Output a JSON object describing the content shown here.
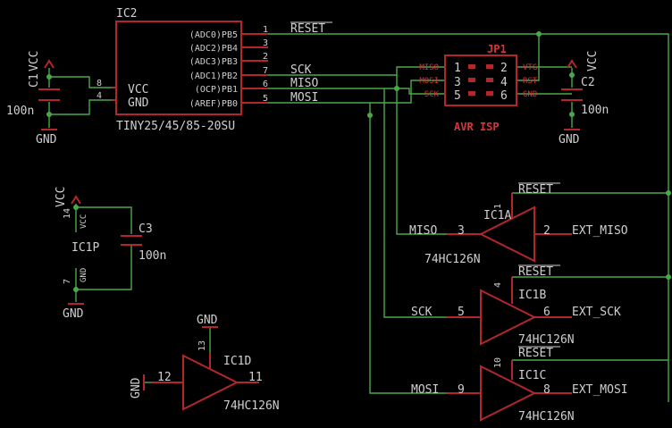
{
  "ic2": {
    "name": "IC2",
    "value": "TINY25/45/85-20SU",
    "pins": [
      "(ADC0)PB5",
      "(ADC2)PB4",
      "(ADC3)PB3",
      "(ADC1)PB2",
      "(OCP)PB1",
      "(AREF)PB0"
    ],
    "pin_numbers": [
      "1",
      "3",
      "2",
      "7",
      "6",
      "5"
    ],
    "vcc_label": "VCC",
    "gnd_label": "GND",
    "vcc_pin": "8",
    "gnd_pin": "4"
  },
  "nets": {
    "reset": "RESET",
    "sck": "SCK",
    "miso": "MISO",
    "mosi": "MOSI"
  },
  "c1": {
    "name": "C1",
    "value": "100n",
    "supply": "VCC",
    "ground": "GND"
  },
  "c2": {
    "name": "C2",
    "value": "100n",
    "supply": "VCC",
    "ground": "GND"
  },
  "c3": {
    "name": "C3",
    "value": "100n"
  },
  "jp1": {
    "name": "JP1",
    "value": "AVR ISP",
    "left_labels": [
      "MISO",
      "MOSI",
      "SCK"
    ],
    "right_labels": [
      "VTG",
      "RST",
      "GND"
    ],
    "left_pins": [
      "1",
      "3",
      "5"
    ],
    "right_pins": [
      "2",
      "4",
      "6"
    ]
  },
  "ic1p": {
    "name": "IC1P",
    "vcc_label": "VCC",
    "gnd_label": "GND",
    "vcc_pin": "14",
    "gnd_pin": "7",
    "supply": "VCC",
    "ground": "GND"
  },
  "ic1a": {
    "name": "IC1A",
    "value": "74HC126N",
    "enable_pin": "1",
    "in_pin": "3",
    "out_pin": "2",
    "enable_label": "RESET",
    "in_label": "MISO",
    "out_label": "EXT_MISO"
  },
  "ic1b": {
    "name": "IC1B",
    "value": "74HC126N",
    "enable_pin": "4",
    "in_pin": "5",
    "out_pin": "6",
    "enable_label": "RESET",
    "in_label": "SCK",
    "out_label": "EXT_SCK"
  },
  "ic1c": {
    "name": "IC1C",
    "value": "74HC126N",
    "enable_pin": "10",
    "in_pin": "9",
    "out_pin": "8",
    "enable_label": "RESET",
    "in_label": "MOSI",
    "out_label": "EXT_MOSI"
  },
  "ic1d": {
    "name": "IC1D",
    "value": "74HC126N",
    "enable_pin": "13",
    "in_pin": "12",
    "out_pin": "11",
    "enable_label": "GND",
    "in_label": "GND"
  },
  "colors": {
    "background": "#000000",
    "part": "#b3262c",
    "wire": "#4aa84a",
    "text": "#cfcfcf"
  }
}
